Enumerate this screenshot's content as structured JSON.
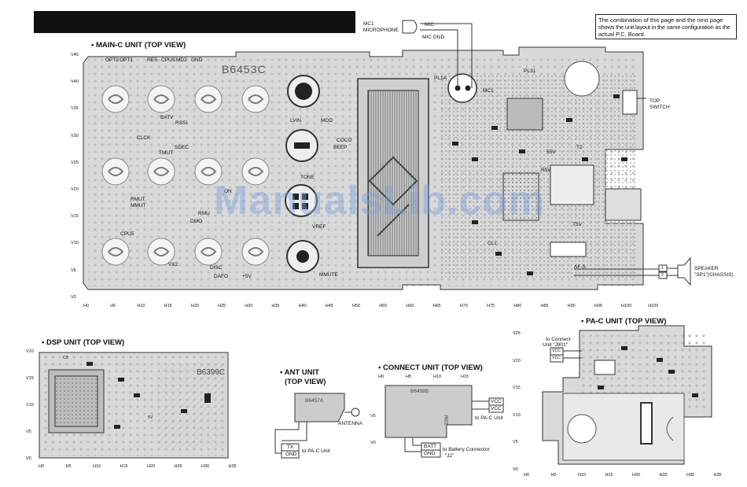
{
  "note": {
    "lines": [
      "The combination of this page and the next page",
      "shows the unit layout in the same configuration as the",
      "actual P.C. Board."
    ]
  },
  "microphone": {
    "ref": "MC1",
    "name": "MICROPHONE",
    "pin_mic": "MIC",
    "pin_gnd": "MIC GND"
  },
  "main_unit": {
    "title": "• MAIN-C UNIT (TOP VIEW)",
    "board_code": "B6453C",
    "v_ticks": [
      "V45",
      "V40",
      "V35",
      "V30",
      "V25",
      "V20",
      "V15",
      "V10",
      "V5",
      "V0"
    ],
    "h_ticks": [
      "H0",
      "H5",
      "H10",
      "H15",
      "H20",
      "H25",
      "H30",
      "H35",
      "H40",
      "H45",
      "H50",
      "H55",
      "H60",
      "H65",
      "H70",
      "H75",
      "H80",
      "H85",
      "H90",
      "H95",
      "H100",
      "H105"
    ],
    "labels": [
      "OPT2",
      "OPT1",
      "RES",
      "CPUS",
      "MD2",
      "GND",
      "BATV",
      "RSSI",
      "CLCK",
      "SDEC",
      "TMUT",
      "RMUT",
      "MMUT",
      "RMU",
      "DMO",
      "CPU5",
      "VX2",
      "DISC",
      "DAFO",
      "+5V",
      "LVIN",
      "MOD",
      "COCO",
      "BEEP",
      "TONE",
      "VREF",
      "MMUTE",
      "ON",
      "PL1A",
      "MC1",
      "PL31",
      "55V",
      "R5V",
      "T5V",
      "T2",
      "CL1",
      "AF-S"
    ],
    "top_switch": [
      "TOP",
      "SWITCH"
    ],
    "speaker": [
      "SPEAKER",
      "\"SP1\"(CHASSIS)"
    ],
    "speaker_pins": [
      "1",
      "2"
    ]
  },
  "dsp_unit": {
    "title": "• DSP UNIT (TOP VIEW)",
    "board_code": "B6399C",
    "v_ticks": [
      "V20",
      "V15",
      "V10",
      "V5",
      "V0"
    ],
    "h_ticks": [
      "H0",
      "H5",
      "H10",
      "H15",
      "H20",
      "H25",
      "H30",
      "H35"
    ],
    "labels": [
      "C3",
      "5V"
    ]
  },
  "ant_unit": {
    "title_line1": "• ANT UNIT",
    "title_line2": "(TOP VIEW)",
    "board_code": "B6457A",
    "antenna": "ANTENNA",
    "tx": "TX",
    "gnd": "GND",
    "to_pa": "to PA-C Unit"
  },
  "connect_unit": {
    "title": "• CONNECT UNIT (TOP VIEW)",
    "board_code": "B6458B",
    "board_side": "J901",
    "v_ticks": [
      "V5",
      "V0"
    ],
    "h_ticks": [
      "H0",
      "H5",
      "H10",
      "H15"
    ],
    "vcc1": "VCC",
    "vcc2": "VCC",
    "to_pa": "to PA-C Unit",
    "batt": "BATT",
    "gnd": "GND",
    "to_batt": "to Battery Connector",
    "j2": "\"J2\""
  },
  "pa_unit": {
    "title": "• PA-C UNIT (TOP VIEW)",
    "v_ticks": [
      "V25",
      "V20",
      "V15",
      "V10",
      "V5",
      "V0"
    ],
    "h_ticks": [
      "H0",
      "H5",
      "H10",
      "H15",
      "H20",
      "H25",
      "H30",
      "H35"
    ],
    "to_connect": [
      "to Connect",
      "Unit \"J901\""
    ],
    "vcc1": "VCC",
    "vcc2": "VCC"
  },
  "watermark": "ManualsLib.com"
}
